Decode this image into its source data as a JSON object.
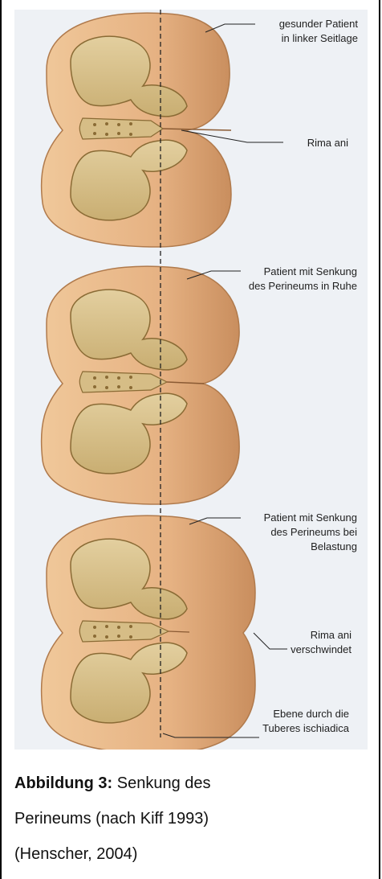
{
  "figure": {
    "labels": {
      "healthy_line1": "gesunder Patient",
      "healthy_line2": "in linker Seitlage",
      "rima_ani": "Rima ani",
      "rest_line1": "Patient mit Senkung",
      "rest_line2": "des Perineums in Ruhe",
      "load_line1": "Patient mit Senkung",
      "load_line2": "des Perineums bei",
      "load_line3": "Belastung",
      "rima_vanish_line1": "Rima ani",
      "rima_vanish_line2": "verschwindet",
      "plane_line1": "Ebene durch die",
      "plane_line2": "Tuberes ischiadica"
    }
  },
  "caption": {
    "label": "Abbildung 3:",
    "text_line1": " Senkung des",
    "text_line2": "Perineums (nach Kiff 1993)",
    "text_line3": "(Henscher, 2004)"
  },
  "colors": {
    "skin": "#e8b98a",
    "skin_dark": "#c98e5e",
    "bone": "#d9c28e",
    "background_page": "#eef1f5"
  }
}
